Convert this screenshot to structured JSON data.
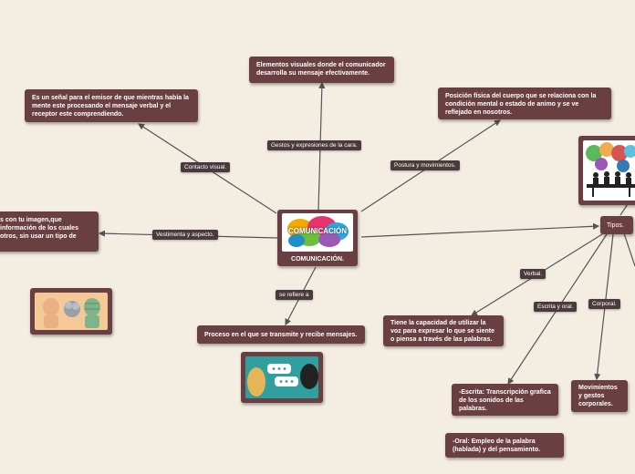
{
  "center": {
    "title": "COMUNICACIÓN.",
    "logo_text": "COMUNICACIÓN"
  },
  "branches": {
    "gestos": {
      "label": "Gestos y expresiones de la cara.",
      "text": "Elementos visuales donde el comunicador desarrolla su mensaje efectivamente."
    },
    "contacto": {
      "label": "Contacto visual.",
      "text": "Es un señal para el emisor de que mientras había la mente este procesando el mensaje verbal y el receptor este comprendiendo."
    },
    "postura": {
      "label": "Postura y movimientos.",
      "text": "Posición física del cuerpo que se relaciona con la condición mental o estado de animo y se ve reflejado en nosotros."
    },
    "vestimenta": {
      "label": "Vestimenta y aspecto.",
      "text": "s con tu imagen,que información de los cuales otros, sin usar un tipo de"
    },
    "refiere": {
      "label": "se refiere a",
      "text": "Proceso en el que se transmite y recibe mensajes."
    },
    "tipos": {
      "label": "Tipos.",
      "verbal": {
        "label": "Verbal.",
        "text": "Tiene la capacidad de utilizar la voz para expresar lo que se siente o piensa a través de las palabras."
      },
      "escrita": {
        "label": "Escrita y oral.",
        "text1": "-Escrita: Transcripción grafica de los sonidos de las palabras.",
        "text2": "-Oral: Empleo de la palabra (hablada) y del pensamiento."
      },
      "corporal": {
        "label": "Corporal.",
        "text": "Movimientos y gestos corporales."
      }
    }
  },
  "colors": {
    "background": "#f3ede2",
    "node": "#6a3f42",
    "label": "#4b3a3b",
    "line": "#555555"
  }
}
